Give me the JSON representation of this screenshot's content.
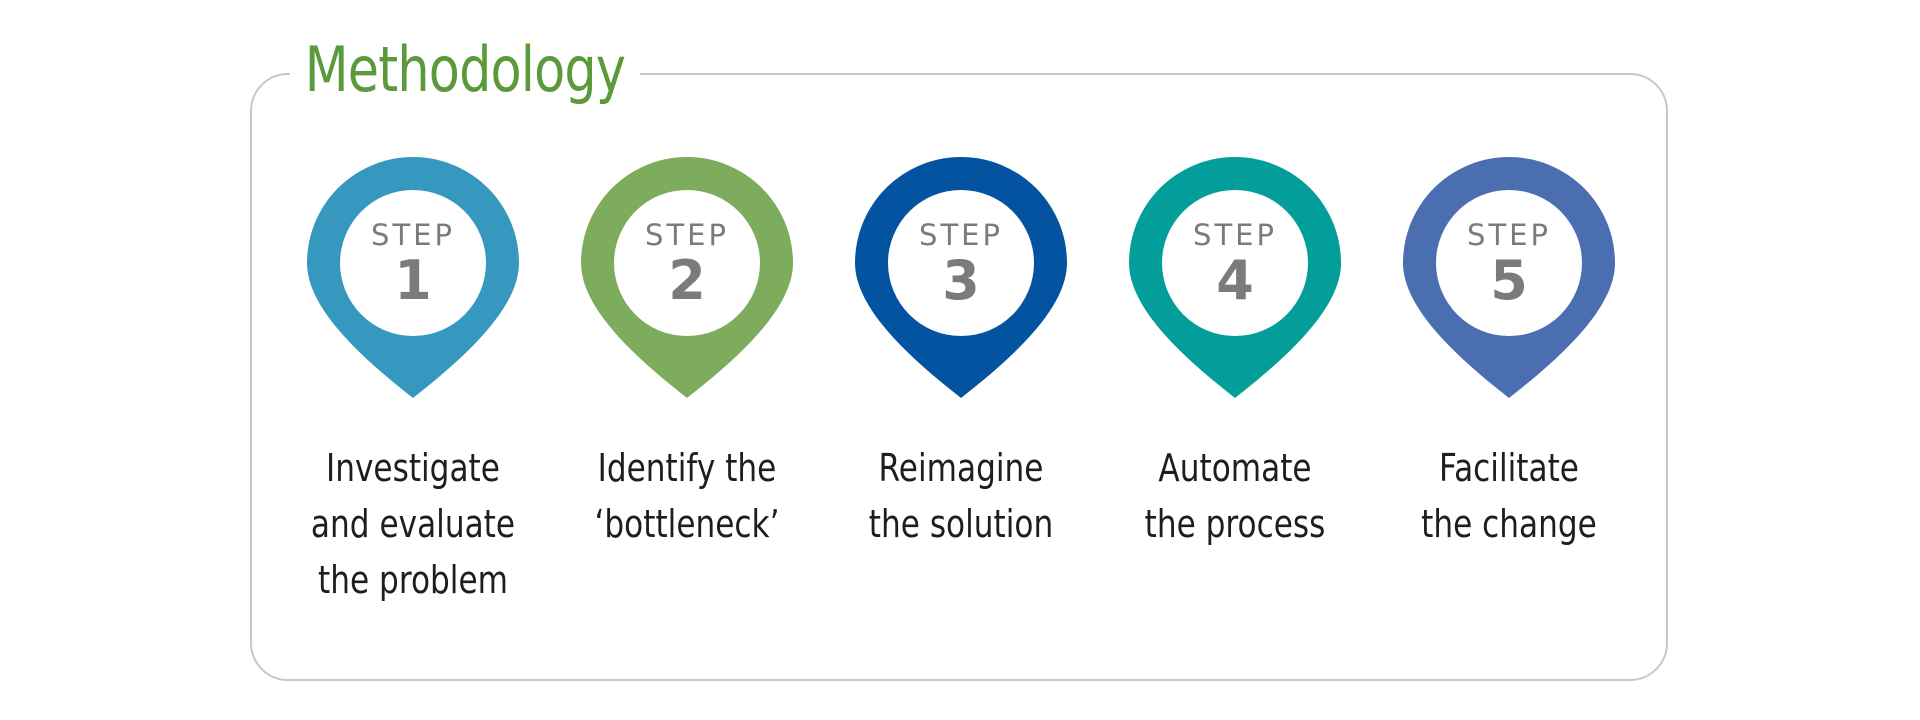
{
  "title": "Methodology",
  "step_word": "STEP",
  "steps": [
    {
      "number": "1",
      "color": "#3698bf",
      "lines": [
        "Investigate",
        "and evaluate",
        "the problem"
      ]
    },
    {
      "number": "2",
      "color": "#7dac5d",
      "lines": [
        "Identify the",
        "‘bottleneck’"
      ]
    },
    {
      "number": "3",
      "color": "#0453a0",
      "lines": [
        "Reimagine",
        "the solution"
      ]
    },
    {
      "number": "4",
      "color": "#039e99",
      "lines": [
        "Automate",
        "the process"
      ]
    },
    {
      "number": "5",
      "color": "#4b6eb0",
      "lines": [
        "Facilitate",
        "the change"
      ]
    }
  ]
}
